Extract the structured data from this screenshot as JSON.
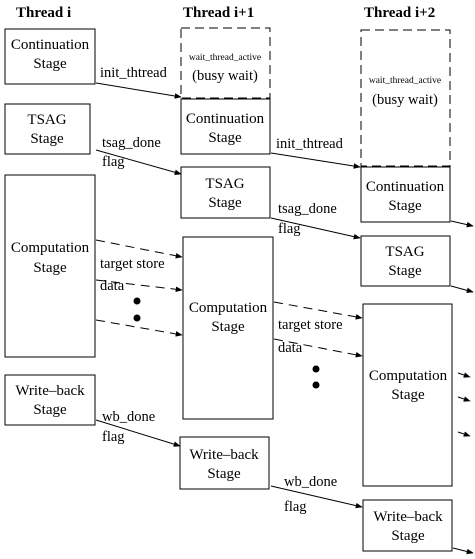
{
  "headers": [
    "Thread i",
    "Thread i+1",
    "Thread i+2"
  ],
  "stages": {
    "continuation": [
      "Continuation",
      "Stage"
    ],
    "tsag": [
      "TSAG",
      "Stage"
    ],
    "computation": [
      "Computation",
      "Stage"
    ],
    "writeback": [
      "Write–back",
      "Stage"
    ]
  },
  "wait": {
    "signal": "wait_thread_active",
    "mode": "(busy wait)"
  },
  "signals": {
    "init": "init_thtread",
    "tsag_done": "tsag_done",
    "flag": "flag",
    "target_store": "target store",
    "data": "data",
    "wb_done": "wb_done"
  }
}
